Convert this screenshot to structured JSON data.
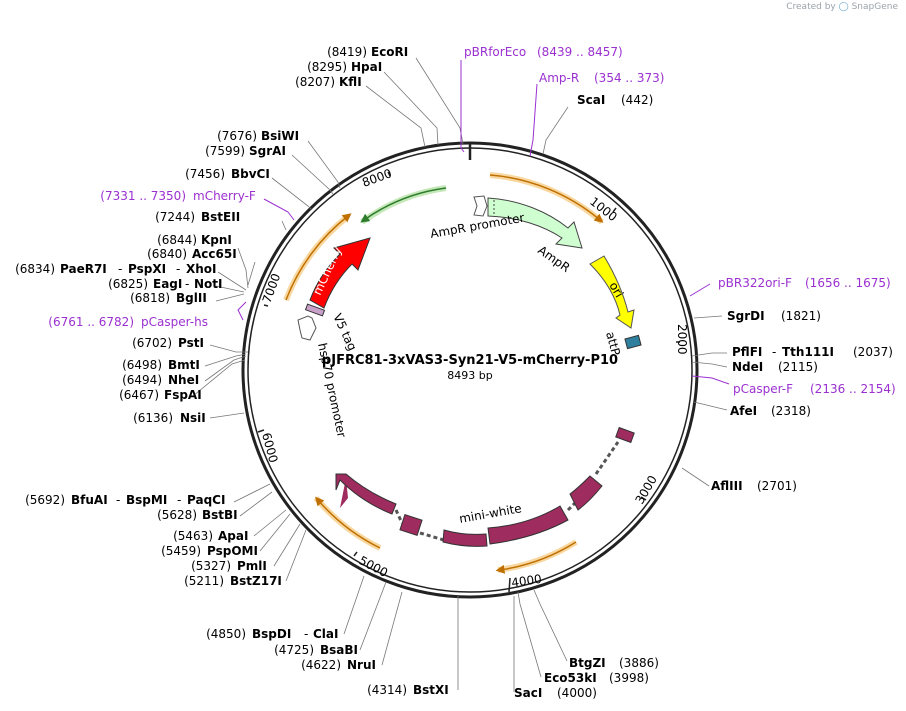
{
  "credit": {
    "prefix": "Created by",
    "brand": "SnapGene"
  },
  "plasmid": {
    "name": "pJFRC81-3xVAS3-Syn21-V5-mCherry-P10",
    "length_label": "8493 bp",
    "length": 8493
  },
  "sites": [
    {
      "pos": "(8419)",
      "names": [
        "EcoRI"
      ]
    },
    {
      "pos": "(8295)",
      "names": [
        "HpaI"
      ]
    },
    {
      "pos": "(8207)",
      "names": [
        "KflI"
      ]
    },
    {
      "pos": "(442)",
      "names": [
        "ScaI"
      ]
    },
    {
      "pos": "(7676)",
      "names": [
        "BsiWI"
      ]
    },
    {
      "pos": "(7599)",
      "names": [
        "SgrAI"
      ]
    },
    {
      "pos": "(7456)",
      "names": [
        "BbvCI"
      ]
    },
    {
      "pos": "(7244)",
      "names": [
        "BstEII"
      ]
    },
    {
      "pos": "(6844)",
      "names": [
        "KpnI"
      ]
    },
    {
      "pos": "(6840)",
      "names": [
        "Acc65I"
      ]
    },
    {
      "pos": "(6834)",
      "names": [
        "PaeR7I",
        "PspXI",
        "XhoI"
      ]
    },
    {
      "pos": "(6825)",
      "names": [
        "EagI",
        "NotI"
      ]
    },
    {
      "pos": "(6818)",
      "names": [
        "BglII"
      ]
    },
    {
      "pos": "(6702)",
      "names": [
        "PstI"
      ]
    },
    {
      "pos": "(6498)",
      "names": [
        "BmtI"
      ]
    },
    {
      "pos": "(6494)",
      "names": [
        "NheI"
      ]
    },
    {
      "pos": "(6467)",
      "names": [
        "FspAI"
      ]
    },
    {
      "pos": "(6136)",
      "names": [
        "NsiI"
      ]
    },
    {
      "pos": "(5692)",
      "names": [
        "BfuAI",
        "BspMI",
        "PaqCI"
      ]
    },
    {
      "pos": "(5628)",
      "names": [
        "BstBI"
      ]
    },
    {
      "pos": "(5463)",
      "names": [
        "ApaI"
      ]
    },
    {
      "pos": "(5459)",
      "names": [
        "PspOMI"
      ]
    },
    {
      "pos": "(5327)",
      "names": [
        "PmlI"
      ]
    },
    {
      "pos": "(5211)",
      "names": [
        "BstZ17I"
      ]
    },
    {
      "pos": "(4850)",
      "names": [
        "BspDI",
        "ClaI"
      ]
    },
    {
      "pos": "(4725)",
      "names": [
        "BsaBI"
      ]
    },
    {
      "pos": "(4622)",
      "names": [
        "NruI"
      ]
    },
    {
      "pos": "(4314)",
      "names": [
        "BstXI"
      ]
    },
    {
      "pos": "(1821)",
      "names": [
        "SgrDI"
      ]
    },
    {
      "pos": "(2037)",
      "names": [
        "PflFI",
        "Tth111I"
      ]
    },
    {
      "pos": "(2115)",
      "names": [
        "NdeI"
      ]
    },
    {
      "pos": "(2318)",
      "names": [
        "AfeI"
      ]
    },
    {
      "pos": "(2701)",
      "names": [
        "AflIII"
      ]
    },
    {
      "pos": "(3886)",
      "names": [
        "BtgZI"
      ]
    },
    {
      "pos": "(3998)",
      "names": [
        "Eco53kI"
      ]
    },
    {
      "pos": "(4000)",
      "names": [
        "SacI"
      ]
    }
  ],
  "primers": [
    {
      "name": "pBRforEco",
      "range": "(8439 .. 8457)"
    },
    {
      "name": "Amp-R",
      "range": "(354 .. 373)"
    },
    {
      "name": "mCherry-F",
      "range": "(7331 .. 7350)"
    },
    {
      "name": "pCasper-hs",
      "range": "(6761 .. 6782)"
    },
    {
      "name": "pBR322ori-F",
      "range": "(1656 .. 1675)"
    },
    {
      "name": "pCasper-F",
      "range": "(2136 .. 2154)"
    }
  ],
  "features": [
    {
      "label": "AmpR promoter"
    },
    {
      "label": "AmpR"
    },
    {
      "label": "ori"
    },
    {
      "label": "attP"
    },
    {
      "label": "mini-white"
    },
    {
      "label": "mCherry"
    },
    {
      "label": "V5 tag"
    },
    {
      "label": "hsp70 promoter"
    }
  ],
  "ticks": [
    "1000",
    "2000",
    "3000",
    "4000",
    "5000",
    "6000",
    "7000",
    "8000"
  ],
  "colors": {
    "backbone": "#222222",
    "primer": "#9b30d0",
    "mcherry": "#ff0000",
    "ampr": "#cfffd0",
    "ori": "#ffff00",
    "attp": "#2f7f9f",
    "miniwhite": "#9e2c5e",
    "orf_orange": "#f0a030",
    "orf_green": "#3a9a3a"
  }
}
